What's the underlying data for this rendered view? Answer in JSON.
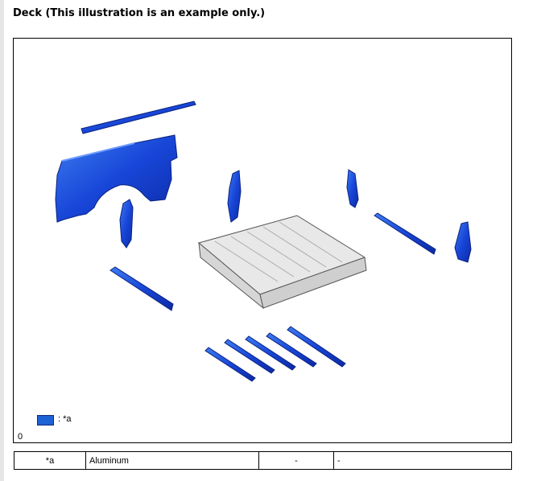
{
  "section": {
    "title": "Deck (This illustration is an example only.)"
  },
  "figure": {
    "legend_marker": ": *a",
    "code": "0",
    "colors": {
      "aluminum_part": "#1e63d6",
      "steel_part": "#e8e8e8"
    }
  },
  "legend_table": {
    "rows": [
      {
        "symbol": "*a",
        "material": "Aluminum",
        "symbol2": "-",
        "material2": "-"
      }
    ]
  }
}
